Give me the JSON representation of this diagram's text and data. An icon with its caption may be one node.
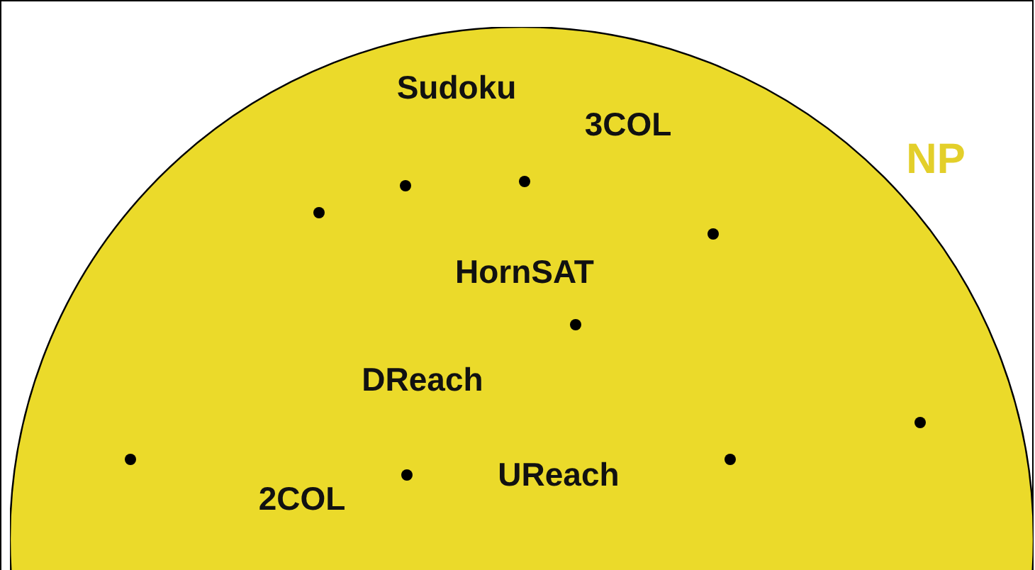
{
  "diagram": {
    "nodes": [
      {
        "text": [
          "NP"
        ]
      },
      {
        "text": [],
        "shape": "dot",
        "in": 0
      },
      {
        "text": [],
        "shape": "dot",
        "in": 0
      },
      {
        "text": [],
        "shape": "dot",
        "in": 0
      },
      {
        "text": [],
        "shape": "dot",
        "in": 0
      },
      {
        "text": [],
        "shape": "dot",
        "in": 0
      },
      {
        "text": [],
        "shape": "dot",
        "in": 0
      },
      {
        "text": [],
        "shape": "dot",
        "in": 0
      },
      {
        "text": [],
        "shape": "dot",
        "in": 0
      },
      {
        "text": [],
        "shape": "dot",
        "in": 0
      }
    ],
    "labels": [
      "Sudoku",
      "3COL",
      "HornSAT",
      "DReach",
      "UReach",
      "2COL"
    ]
  }
}
